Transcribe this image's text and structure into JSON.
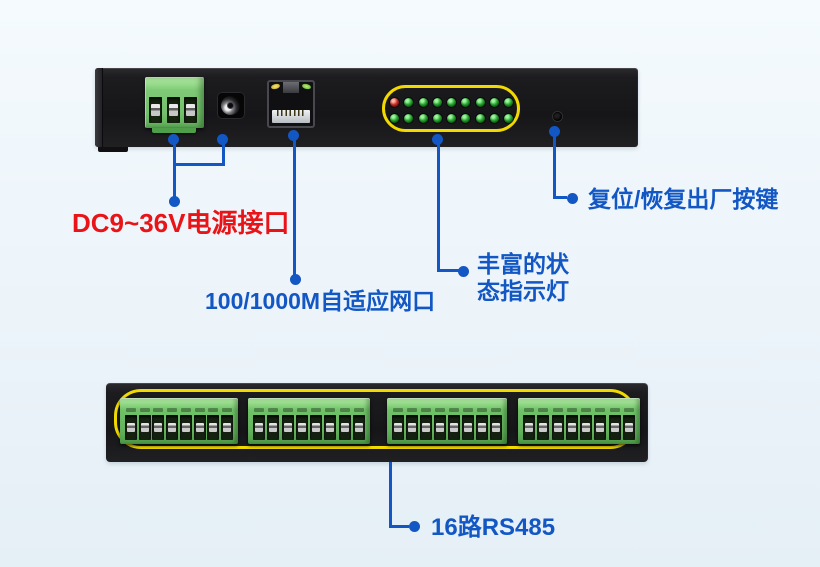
{
  "colors": {
    "background": "#ecf4fa",
    "annotation_blue": "#1257c4",
    "annotation_red": "#e81418",
    "highlight_yellow": "#f2d900",
    "panel_black": "#1a1a1d",
    "terminal_green": "#6fc167",
    "led_green": "#2fae35",
    "led_red": "#d03026"
  },
  "front_panel": {
    "power_terminal_pins": 3,
    "led_grid": {
      "rows": 2,
      "per_row": 9,
      "red_led": "first LED of top row, all others green"
    },
    "components": [
      "power-terminal-block",
      "dc-jack",
      "ethernet-port",
      "status-led-grid",
      "reset-pinhole"
    ]
  },
  "bottom_panel": {
    "terminal_blocks": 4,
    "pins_per_block": 8
  },
  "annotations": {
    "power": "DC9~36V电源接口",
    "ethernet": "100/1000M自适应网口",
    "status_leds": [
      "丰富的状",
      "态指示灯"
    ],
    "reset": "复位/恢复出厂按键",
    "serial": "16路RS485"
  }
}
